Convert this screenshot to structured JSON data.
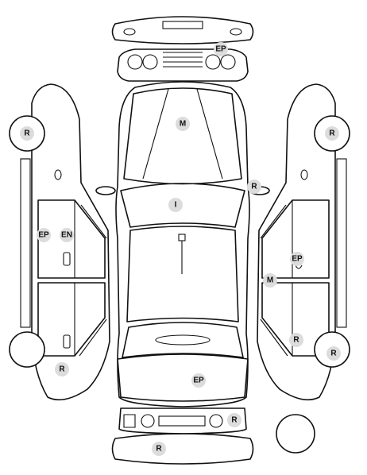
{
  "markers": {
    "rear_top_ep": "EP",
    "roof_m": "M",
    "front_right_r": "R",
    "windshield_i": "I",
    "left_front_wheel_r": "R",
    "left_ep": "EP",
    "left_en": "EN",
    "left_rear_wheel_r": "R",
    "right_front_wheel_r": "R",
    "right_ep": "EP",
    "right_m": "M",
    "right_door_r": "R",
    "right_rear_wheel_r": "R",
    "hood_ep": "EP",
    "front_bumper_r": "R",
    "bottom_bumper_r": "R"
  }
}
